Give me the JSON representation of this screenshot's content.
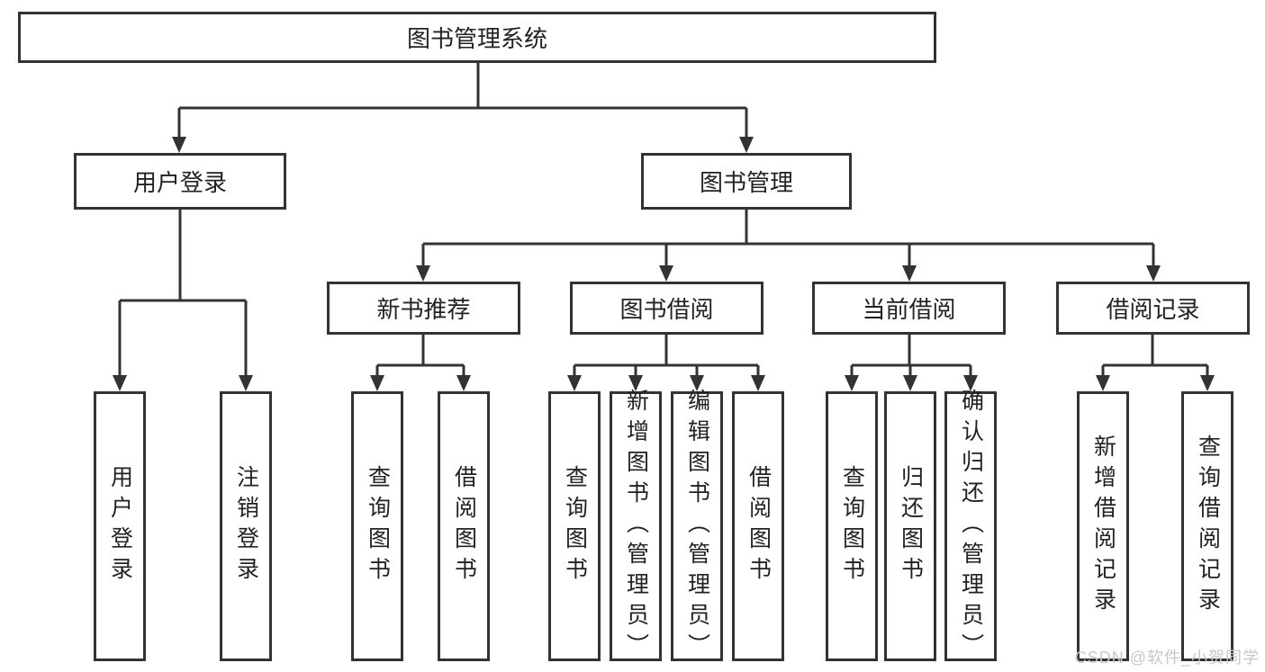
{
  "diagram_title": "图书管理系统",
  "nodes": {
    "root": {
      "label": "图书管理系统"
    },
    "level1": [
      {
        "label": "用户登录"
      },
      {
        "label": "图书管理"
      }
    ],
    "level2": [
      {
        "label": "新书推荐"
      },
      {
        "label": "图书借阅"
      },
      {
        "label": "当前借阅"
      },
      {
        "label": "借阅记录"
      }
    ],
    "leaves": [
      {
        "label": "用户登录",
        "parent": "用户登录"
      },
      {
        "label": "注销登录",
        "parent": "用户登录"
      },
      {
        "label": "查询图书",
        "parent": "新书推荐"
      },
      {
        "label": "借阅图书",
        "parent": "新书推荐"
      },
      {
        "label": "查询图书",
        "parent": "图书借阅"
      },
      {
        "label": "新增图书（管理员）",
        "parent": "图书借阅"
      },
      {
        "label": "编辑图书（管理员）",
        "parent": "图书借阅"
      },
      {
        "label": "借阅图书",
        "parent": "图书借阅"
      },
      {
        "label": "查询图书",
        "parent": "当前借阅"
      },
      {
        "label": "归还图书",
        "parent": "当前借阅"
      },
      {
        "label": "确认归还（管理员）",
        "parent": "当前借阅"
      },
      {
        "label": "新增借阅记录",
        "parent": "借阅记录"
      },
      {
        "label": "查询借阅记录",
        "parent": "借阅记录"
      }
    ]
  },
  "watermark": "CSDN @软件_小贺同学",
  "colors": {
    "line": "#333333",
    "text": "#222222",
    "box_bg": "#ffffff",
    "background": "#ffffff",
    "watermark": "#c8c8c8"
  }
}
